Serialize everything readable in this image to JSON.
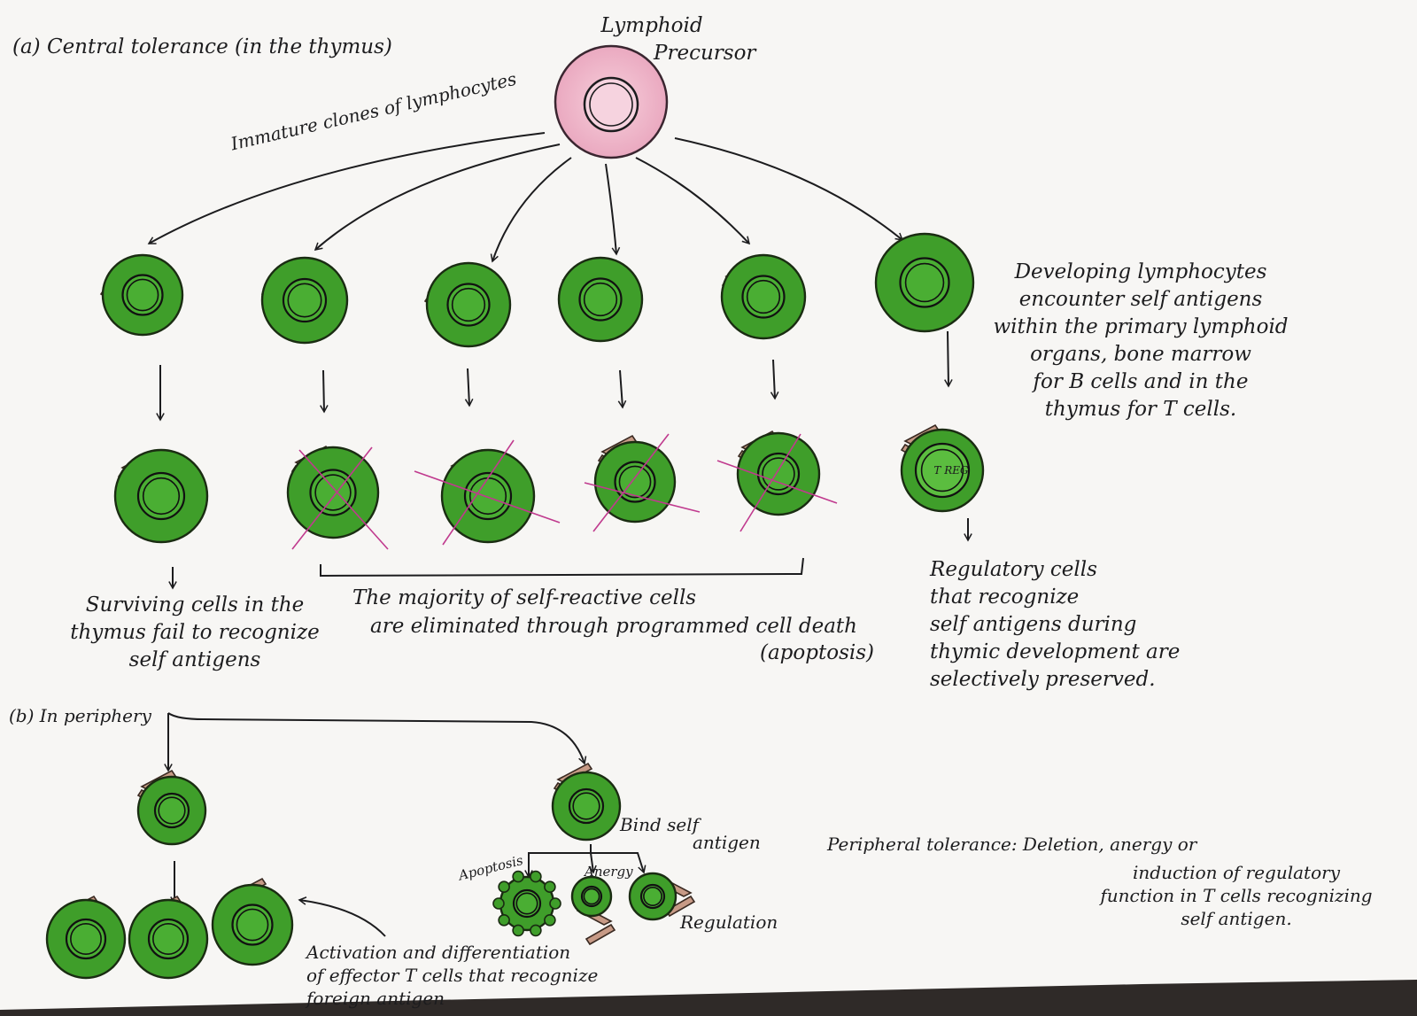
{
  "section_a": {
    "heading": "(a) Central tolerance (in the thymus)",
    "precursor_label": [
      "Lymphoid",
      "Precursor"
    ],
    "immature_label": "Immature clones of lymphocytes",
    "developing_note": [
      "Developing lymphocytes",
      "encounter self antigens",
      "within the primary lymphoid",
      "organs, bone marrow",
      "for B cells and in the",
      "thymus for T cells."
    ],
    "surviving_note": [
      "Surviving cells in the",
      "thymus fail to recognize",
      "self antigens"
    ],
    "eliminated_note": [
      "The majority of self-reactive cells",
      "are eliminated through programmed cell death",
      "(apoptosis)"
    ],
    "regulatory_note": [
      "Regulatory cells",
      "that recognize",
      "self antigens during",
      "thymic development are",
      "selectively preserved."
    ],
    "treg_label": "T REG"
  },
  "section_b": {
    "heading": "(b) In periphery",
    "bind_label": [
      "Bind self",
      "antigen"
    ],
    "apoptosis_label": "Apoptosis",
    "anergy_label": "Anergy",
    "regulation_label": "Regulation",
    "activation_note": [
      "Activation and differentiation",
      "of effector T cells that recognize",
      "foreign antigen"
    ],
    "peripheral_note": [
      "Peripheral tolerance: Deletion, anergy or",
      "induction of regulatory",
      "function in T cells recognizing",
      "self antigen."
    ]
  },
  "colors": {
    "paper": "#f7f6f4",
    "cell_fill": "#3f9e2a",
    "cell_outline": "#1a2c12",
    "precursor_fill": "#efb6ca",
    "receptor_fill": "#c79a86",
    "cross_line": "#c03a8e",
    "ink": "#1c1c1e"
  }
}
